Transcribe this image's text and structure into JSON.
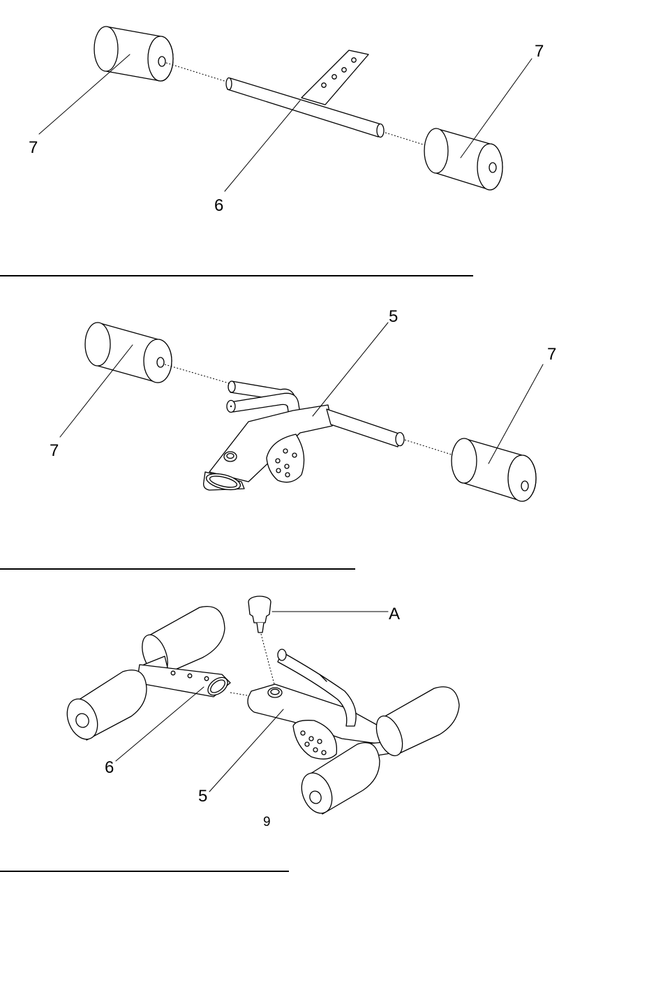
{
  "step1": {
    "labels": {
      "cushion_left": "7",
      "cushion_right": "7",
      "tube": "6"
    }
  },
  "step2": {
    "labels": {
      "frame": "5",
      "cushion_left": "7",
      "cushion_right": "7"
    }
  },
  "step3": {
    "labels": {
      "knob": "A",
      "tube": "6",
      "frame": "5"
    }
  },
  "page_number": "9"
}
